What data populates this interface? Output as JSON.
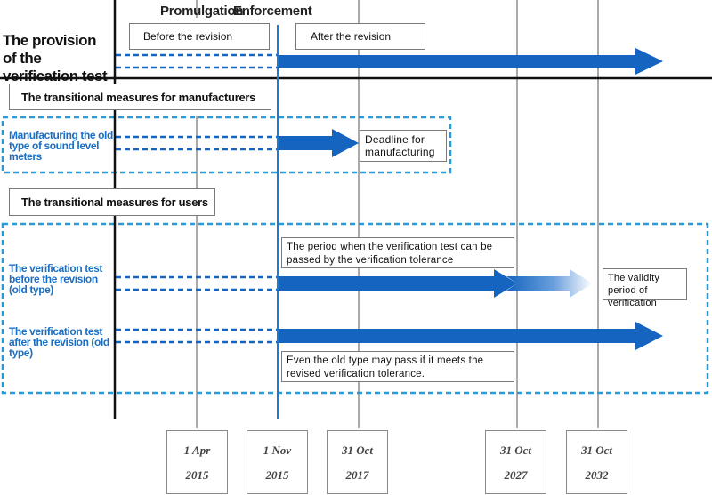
{
  "headers": {
    "promulgation": "Promulgation",
    "enforcement": "Enforcement"
  },
  "rows": {
    "verification_provision": "The provision of the verification test",
    "before_revision_box": "Before the revision",
    "after_revision_box": "After the revision",
    "manufacturers_box": "The transitional measures for manufacturers",
    "manufacturing_label": "Manufacturing the old type of sound level meters",
    "deadline_box": "Deadline for manufacturing",
    "users_box": "The transitional measures for users",
    "period_note": "The period when the verification test can be passed by the verification tolerance",
    "before_revision_label": "The verification test before the revision (old type)",
    "validity_box": "The validity period of verification",
    "after_revision_label": "The verification test after the revision (old type)",
    "old_type_note": "Even the old type may pass if it meets the revised verification tolerance."
  },
  "timeline": [
    {
      "day": "1 Apr",
      "year": "2015"
    },
    {
      "day": "1 Nov",
      "year": "2015"
    },
    {
      "day": "31 Oct",
      "year": "2017"
    },
    {
      "day": "31 Oct",
      "year": "2027"
    },
    {
      "day": "31 Oct",
      "year": "2032"
    }
  ],
  "colors": {
    "arrow_blue": "#1565c0",
    "label_blue": "#1a6fc4",
    "frame_blue": "#2a9ad6",
    "axis_black": "#111111",
    "gridline": "#555555"
  }
}
